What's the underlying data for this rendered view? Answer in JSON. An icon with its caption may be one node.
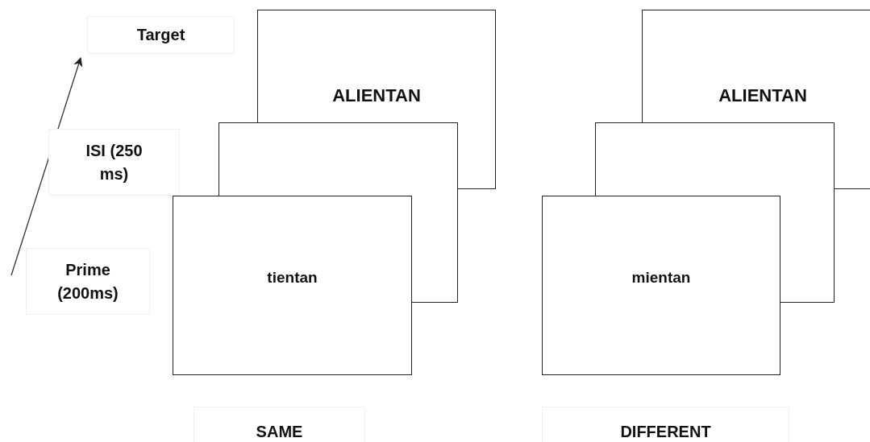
{
  "diagram": {
    "nodes": [
      {
        "text": [
          "ALIENTAN"
        ]
      },
      {
        "text": [],
        "shape": "box"
      },
      {
        "text": [
          "tientan"
        ]
      },
      {
        "text": [
          "ALIENTAN"
        ]
      },
      {
        "text": [],
        "shape": "box"
      },
      {
        "text": [
          "mientan"
        ]
      }
    ],
    "labels": [
      "Target",
      "ISI (250 ms)",
      "Prime (200ms)",
      "SAME",
      "DIFFERENT"
    ]
  }
}
